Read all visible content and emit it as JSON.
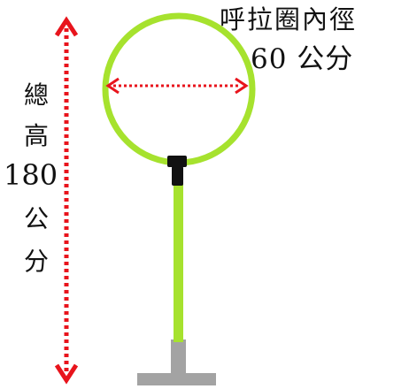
{
  "diagram": {
    "diameter_title": "呼拉圈內徑",
    "diameter_value": "60 公分",
    "height_label": {
      "char_1": "總",
      "char_2": "高",
      "number": "180",
      "char_3": "公",
      "char_4": "分"
    }
  },
  "colors": {
    "hoop": "#a6e22e",
    "arrow": "#e8141c",
    "connector": "#111111",
    "base": "#a3a3a3",
    "text": "#111111"
  }
}
